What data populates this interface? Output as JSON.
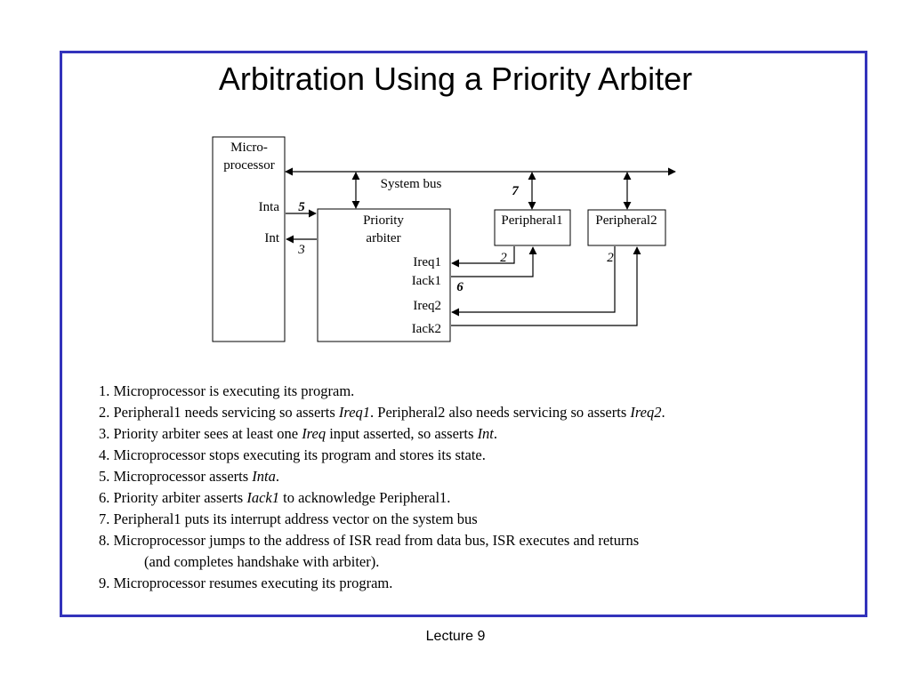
{
  "slide": {
    "title": "Arbitration Using a Priority Arbiter",
    "footer": "Lecture 9",
    "frame_color": "#3333bb"
  },
  "diagram": {
    "microprocessor": {
      "label_line1": "Micro-",
      "label_line2": "processor",
      "inta": "Inta",
      "int": "Int"
    },
    "system_bus": "System bus",
    "priority_arbiter": {
      "label_line1": "Priority",
      "label_line2": "arbiter",
      "ireq1": "Ireq1",
      "iack1": "Iack1",
      "ireq2": "Ireq2",
      "iack2": "Iack2"
    },
    "peripheral1": "Peripheral1",
    "peripheral2": "Peripheral2",
    "step_markers": {
      "inta": "5",
      "int": "3",
      "bus": "7",
      "ireq1": "2",
      "iack1": "6",
      "ireq2": "2"
    }
  },
  "steps": [
    {
      "pre": "1. Microprocessor is executing its program."
    },
    {
      "pre": "2. Peripheral1 needs servicing so asserts ",
      "em1": "Ireq1",
      "mid": ". Peripheral2 also needs servicing so asserts ",
      "em2": "Ireq2",
      "post": "."
    },
    {
      "pre": "3. Priority arbiter sees at least one ",
      "em1": "Ireq",
      "mid": " input asserted, so asserts ",
      "em2": "Int",
      "post": "."
    },
    {
      "pre": "4. Microprocessor stops executing its program and stores its state."
    },
    {
      "pre": "5. Microprocessor asserts ",
      "em1": "Inta",
      "mid": "."
    },
    {
      "pre": "6. Priority arbiter asserts ",
      "em1": "Iack1",
      "mid": " to acknowledge Peripheral1."
    },
    {
      "pre": "7. Peripheral1 puts its interrupt address vector on the system bus"
    },
    {
      "pre": "8. Microprocessor jumps to the address of ISR read from data bus, ISR executes and returns"
    },
    {
      "pre": "(and completes handshake with arbiter)."
    },
    {
      "pre": "9. Microprocessor resumes executing its program."
    }
  ]
}
